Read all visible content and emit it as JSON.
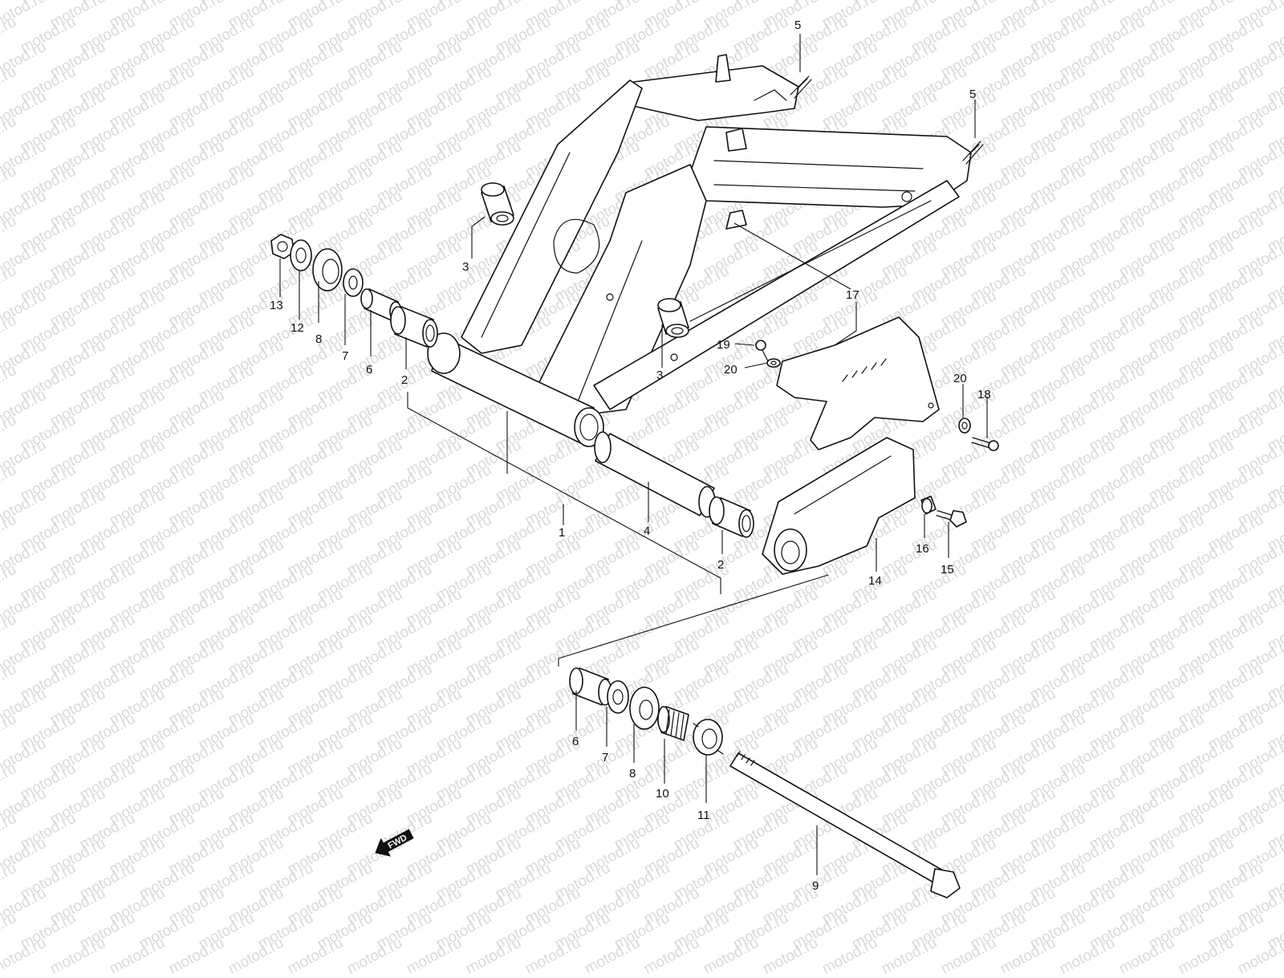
{
  "watermark": {
    "text": "motod.ru",
    "color": "#d9d9d9"
  },
  "fwd_label": "FWD",
  "callouts": [
    {
      "id": "c5a",
      "label": "5"
    },
    {
      "id": "c5b",
      "label": "5"
    },
    {
      "id": "c3a",
      "label": "3"
    },
    {
      "id": "c13",
      "label": "13"
    },
    {
      "id": "c12",
      "label": "12"
    },
    {
      "id": "c8a",
      "label": "8"
    },
    {
      "id": "c7a",
      "label": "7"
    },
    {
      "id": "c6a",
      "label": "6"
    },
    {
      "id": "c2a",
      "label": "2"
    },
    {
      "id": "c17",
      "label": "17"
    },
    {
      "id": "c19",
      "label": "19"
    },
    {
      "id": "c20a",
      "label": "20"
    },
    {
      "id": "c3b",
      "label": "3"
    },
    {
      "id": "c20b",
      "label": "20"
    },
    {
      "id": "c18",
      "label": "18"
    },
    {
      "id": "c1",
      "label": "1"
    },
    {
      "id": "c4",
      "label": "4"
    },
    {
      "id": "c2b",
      "label": "2"
    },
    {
      "id": "c16",
      "label": "16"
    },
    {
      "id": "c15",
      "label": "15"
    },
    {
      "id": "c14",
      "label": "14"
    },
    {
      "id": "c6b",
      "label": "6"
    },
    {
      "id": "c7b",
      "label": "7"
    },
    {
      "id": "c8b",
      "label": "8"
    },
    {
      "id": "c10",
      "label": "10"
    },
    {
      "id": "c11",
      "label": "11"
    },
    {
      "id": "c9",
      "label": "9"
    }
  ]
}
